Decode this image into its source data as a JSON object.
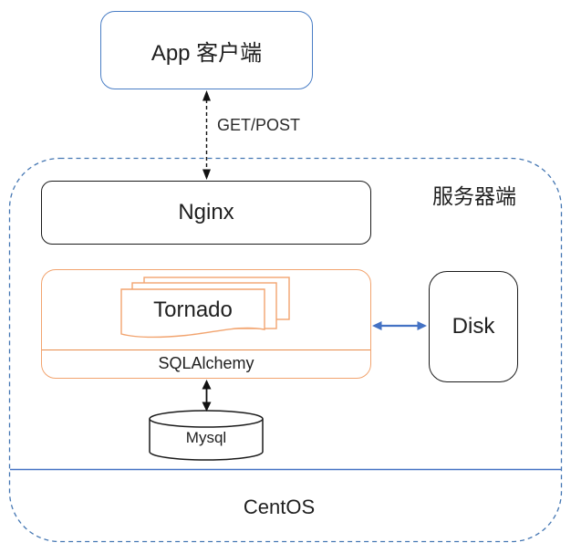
{
  "diagram": {
    "nodes": {
      "app_client": "App 客户端",
      "nginx": "Nginx",
      "tornado": "Tornado",
      "sqlalchemy": "SQLAlchemy",
      "disk": "Disk",
      "mysql": "Mysql",
      "server_zone": "服务器端",
      "os": "CentOS"
    },
    "edges": {
      "app_to_nginx_label": "GET/POST"
    },
    "colors": {
      "blue_accent": "#4472C4",
      "app_border_blue": "#4A7EC5",
      "zone_dash_blue": "#4577B3",
      "orange_accent": "#F2A46F",
      "node_border": "#1A1A1A"
    }
  }
}
